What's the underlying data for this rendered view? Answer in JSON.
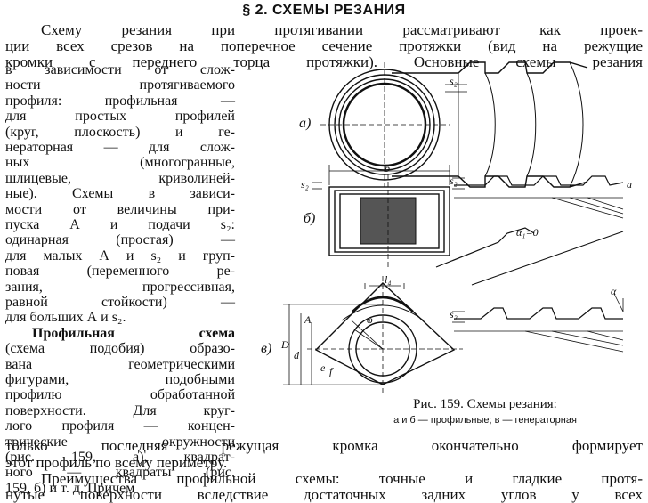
{
  "heading": "§ 2. СХЕМЫ РЕЗАНИЯ",
  "lines_full_top": [
    "Схему резания при протягивании рассматривают как проек-",
    "ции всех срезов на поперечное сечение протяжки (вид на режущие",
    "кромки с переднего торца протяжки). Основные схемы резания"
  ],
  "column_lines": [
    "в зависимости от слож-",
    "ности протягиваемого",
    "профиля: профильная —",
    "для простых профилей",
    "(круг, плоскость) и ге-",
    "нераторная — для слож-",
    "ных (многогранные,",
    "шлицевые, криволиней-",
    "ные). Схемы в зависи-",
    "мости от величины при-",
    "пуска А и подачи s₂:",
    "одинарная (простая) —",
    "для малых А и s₂ и груп-",
    "повая (переменного ре-",
    "зания, прогрессивная,",
    "равной стойкости) —",
    "для больших А и s₂.",
    "Профильная схема",
    "(схема подобия) образо-",
    "вана геометрическими",
    "фигурами, подобными",
    "профилю обработанной",
    "поверхности. Для круг-",
    "лого профиля — концен-",
    "трические окружности",
    "(рис. 159, а), квадрат-",
    "ного — квадраты (рис.",
    "159, б) и т. д. Причем"
  ],
  "lines_full_bottom": [
    "только последняя режущая кромка окончательно формирует",
    "этот профиль по всему периметру.",
    "Преимущества профильной схемы: точные и гладкие протя-",
    "нутые поверхности вследствие достаточных задних углов у всех"
  ],
  "figure": {
    "caption": "Рис. 159. Схемы резания:",
    "subcaption": "а и б — профильные; в — генераторная",
    "label_a": "а)",
    "label_b": "б)",
    "label_v": "в)",
    "dim_b": "b",
    "dim_sz": "s₂",
    "dim_a": "a",
    "dim_alpha1": "α₁=0",
    "dim_A": "A",
    "dim_D": "D",
    "dim_d": "d",
    "dim_e": "e",
    "dim_f": "f",
    "dim_l": "l₄",
    "dim_phi": "φ",
    "dim_alpha": "α"
  }
}
